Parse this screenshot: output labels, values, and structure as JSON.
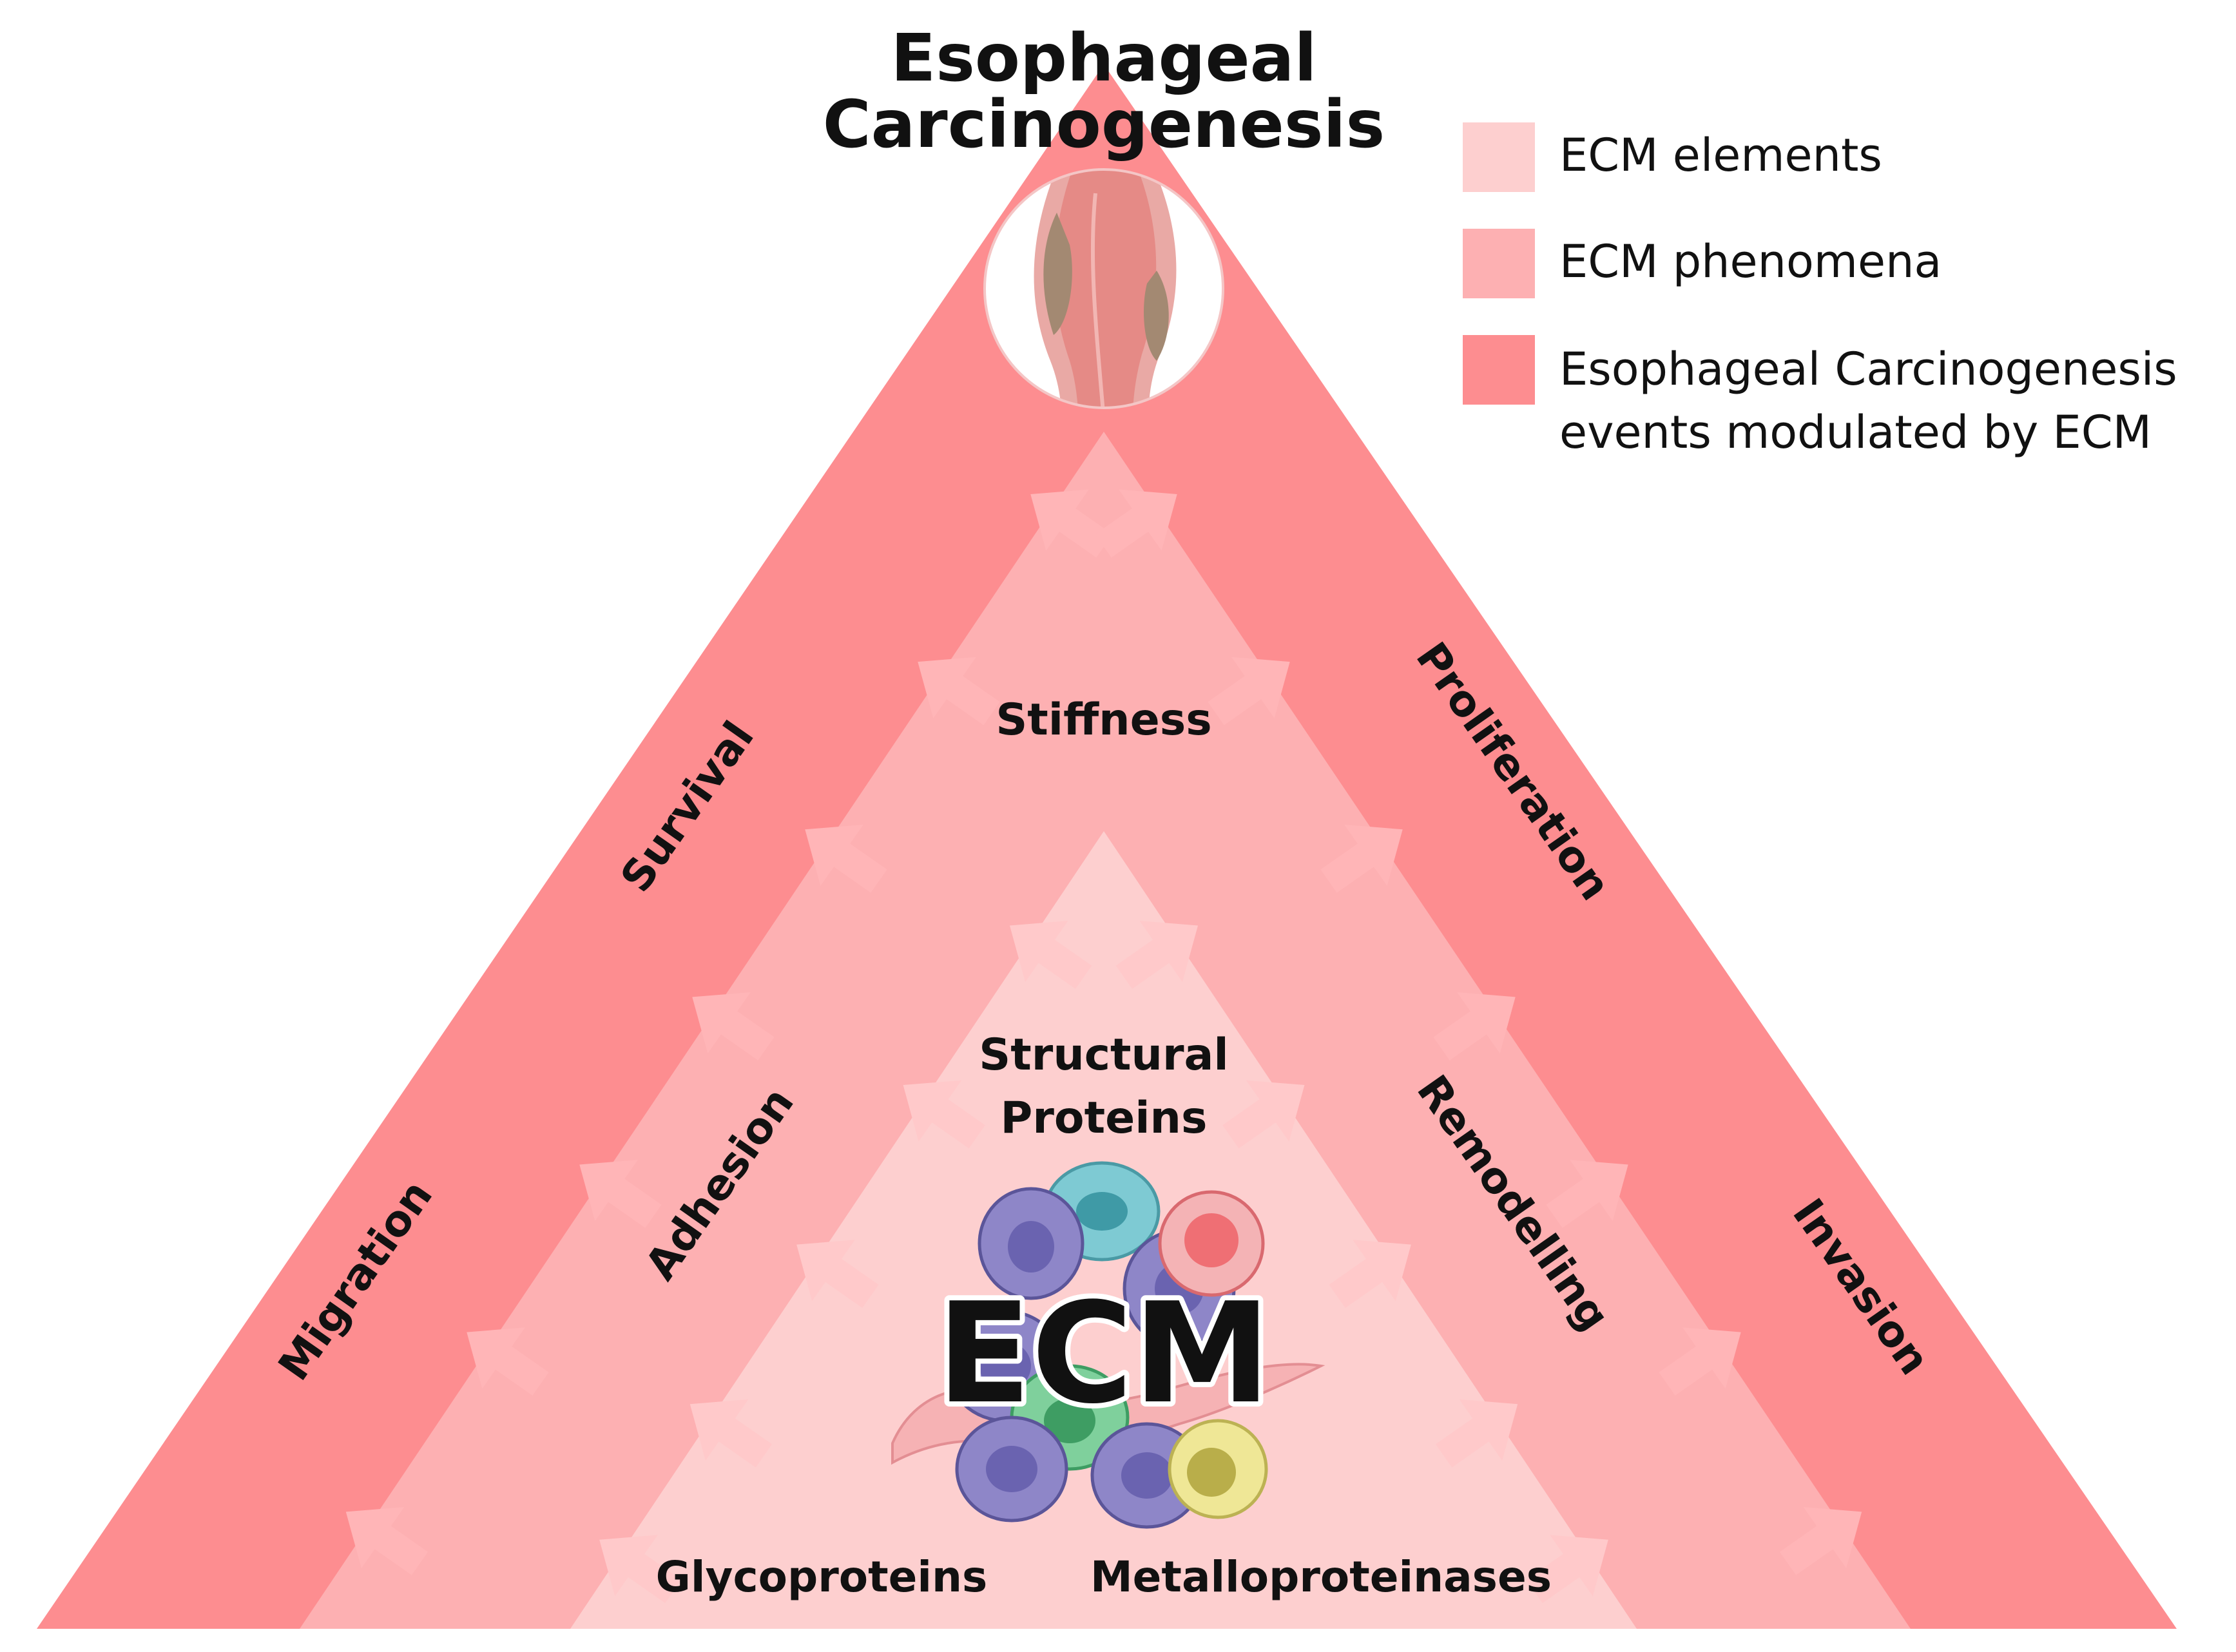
{
  "title": {
    "line1": "Esophageal",
    "line2": "Carcinogenesis"
  },
  "legend": [
    {
      "label_lines": [
        "ECM elements"
      ],
      "color": "#fdcfcf"
    },
    {
      "label_lines": [
        "ECM phenomena"
      ],
      "color": "#fdb0b2"
    },
    {
      "label_lines": [
        "Esophageal Carcinogenesis",
        "events modulated by ECM"
      ],
      "color": "#fd8d90"
    }
  ],
  "colors": {
    "outer": "#fd8d90",
    "middle": "#fdb0b2",
    "inner": "#fdcfcf",
    "arrow_on_outer": "#ffb5b7",
    "arrow_on_middle": "#ffc9ca",
    "text": "#111111"
  },
  "outer_labels": {
    "top_left": "Survival",
    "bottom_left": "Migration",
    "top_right": "Proliferation",
    "bottom_right": "Invasion"
  },
  "middle_labels": {
    "top": "Stiffness",
    "left": "Adhesion",
    "right": "Remodelling"
  },
  "inner_labels": {
    "top_line1": "Structural",
    "top_line2": "Proteins",
    "center": "ECM",
    "bottom_left": "Glycoproteins",
    "bottom_right": "Metalloproteinases"
  },
  "icons": {
    "top": "esophagus-tumor-icon",
    "center": "cell-cluster-icon"
  }
}
